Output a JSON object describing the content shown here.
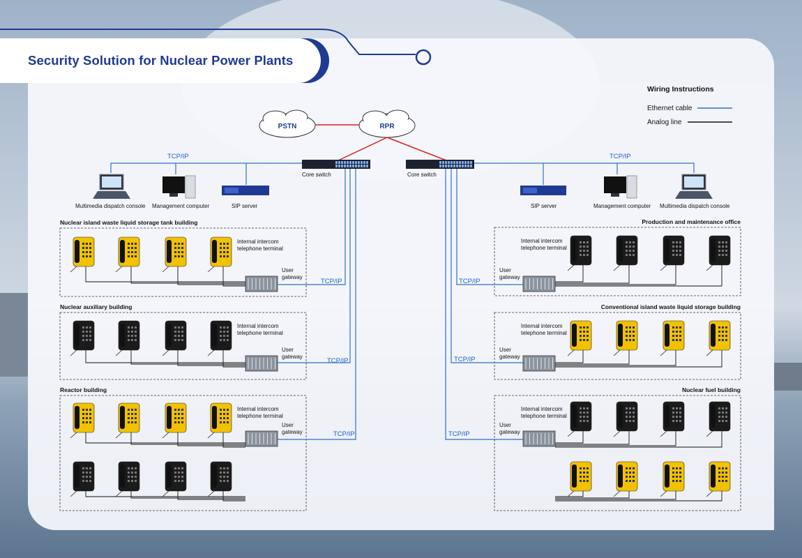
{
  "title": "Security Solution for Nuclear Power Plants",
  "clouds": {
    "pstn": "PSTN",
    "rpr": "RPR"
  },
  "core_switch_label": "Core switch",
  "tcpip_label": "TCP/IP",
  "wiring": {
    "heading": "Wiring Instructions",
    "ethernet": "Ethernet cable",
    "analog": "Analog line",
    "ethernet_color": "#2f6fc8",
    "analog_color": "#111111"
  },
  "left_devices": [
    "Multimedia dispatch console",
    "Management computer",
    "SIP server"
  ],
  "right_devices": [
    "SIP server",
    "Management computer",
    "Multimedia dispatch console"
  ],
  "terminal_label_1": "Internal intercom",
  "terminal_label_2": "telephone terminal",
  "gateway_label_1": "User",
  "gateway_label_2": "gateway",
  "buildings_left": [
    "Nuclear island waste liquid storage tank building",
    "Nuclear auxiliary building",
    "Reactor building"
  ],
  "buildings_right": [
    "Production and maintenance office",
    "Conventional island waste liquid storage building",
    "Nuclear fuel building"
  ],
  "colors": {
    "accent": "#1f3a93",
    "phone_yellow": "#f2c200",
    "phone_black": "#1b1b1b",
    "link_red": "#d62020"
  }
}
